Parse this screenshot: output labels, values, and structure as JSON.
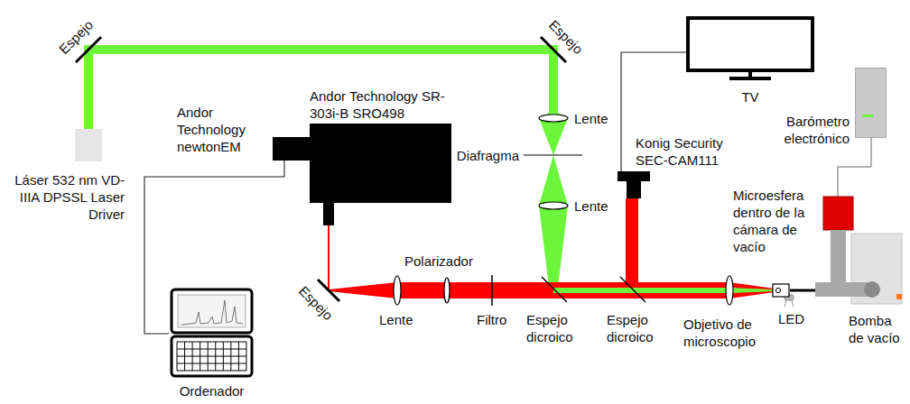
{
  "diagram": {
    "nodes": [
      {
        "text": [
          "TV"
        ]
      },
      {
        "text": [
          "Andor Technology SR-303i-B SRO498"
        ]
      },
      {
        "text": [
          "Andor Technology newtonEM"
        ]
      },
      {
        "text": [
          "Barómetro electrónico"
        ]
      },
      {
        "text": [
          "Konig Security SEC-CAM111"
        ]
      },
      {
        "text": [
          "Láser 532 nm VD-IIIA DPSSL Laser Driver"
        ]
      },
      {
        "text": [
          "Microesfera dentro de la cámara de vacío"
        ]
      },
      {
        "text": [
          "Bomba de vacío"
        ]
      },
      {
        "text": [
          "Ordenador"
        ]
      }
    ],
    "edges": [
      {
        "from": 8,
        "to": 2,
        "arrow": "none"
      },
      {
        "from": 0,
        "to": 4,
        "arrow": "none"
      }
    ],
    "labels": [
      "Espejo",
      "Espejo",
      "Lente",
      "Diafragma",
      "Lente",
      "Espejo",
      "Polarizador",
      "Lente",
      "Filtro",
      "Espejo dicroico",
      "Espejo dicroico",
      "Objetivo de microscopio",
      "LED"
    ]
  }
}
